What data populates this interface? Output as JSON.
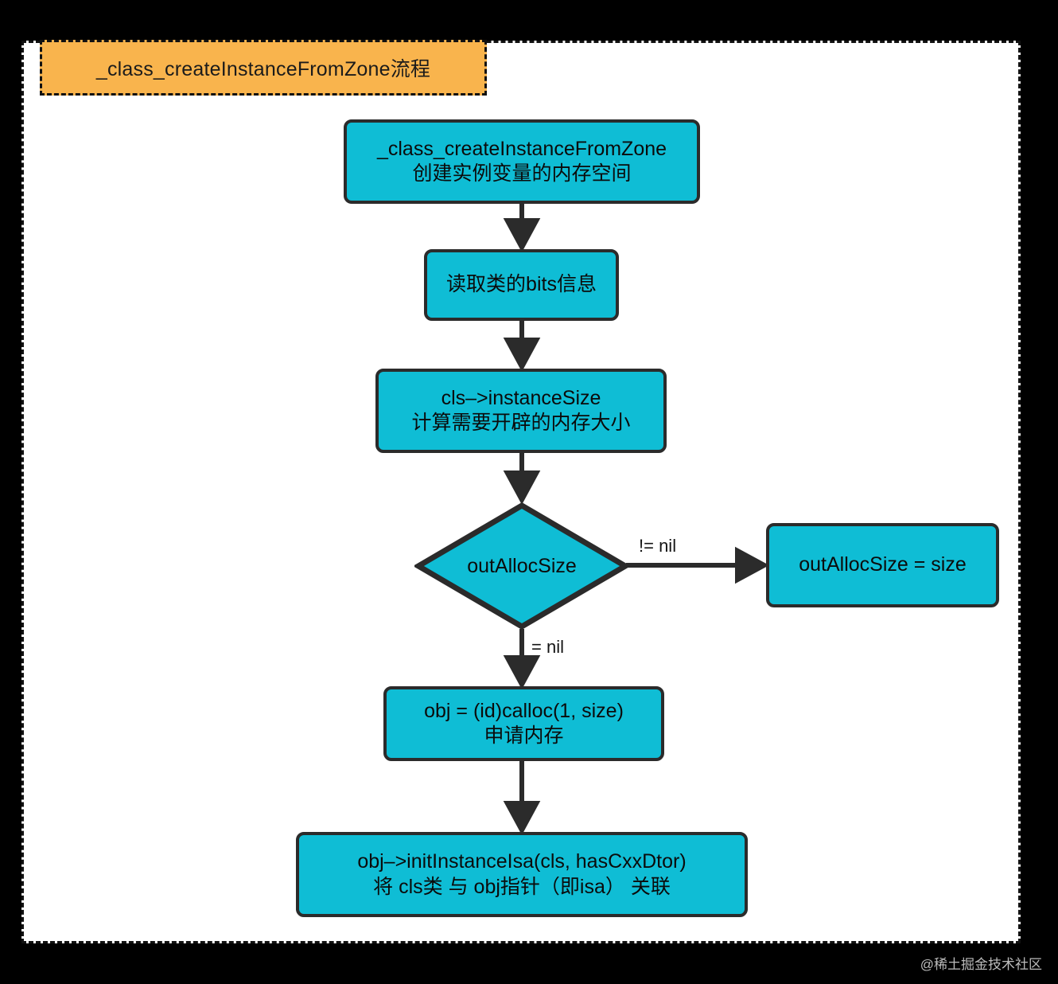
{
  "diagram": {
    "title": "_class_createInstanceFromZone流程",
    "colors": {
      "node_fill": "#0FBDD5",
      "node_stroke": "#2B2B2B",
      "title_fill": "#F9B44D",
      "frame_stroke": "#111111",
      "canvas_background": "#000000",
      "surface": "#FFFFFF"
    },
    "nodes": [
      {
        "id": "entry",
        "shape": "rounded-rect",
        "line1": "_class_createInstanceFromZone",
        "line2": "创建实例变量的内存空间"
      },
      {
        "id": "read-bits",
        "shape": "rounded-rect",
        "line1": "读取类的bits信息",
        "line2": ""
      },
      {
        "id": "instance-size",
        "shape": "rounded-rect",
        "line1": "cls–>instanceSize",
        "line2": "计算需要开辟的内存大小"
      },
      {
        "id": "decision",
        "shape": "diamond",
        "line1": "outAllocSize",
        "line2": ""
      },
      {
        "id": "out-alloc-assign",
        "shape": "rounded-rect",
        "line1": "outAllocSize = size",
        "line2": ""
      },
      {
        "id": "calloc",
        "shape": "rounded-rect",
        "line1": "obj = (id)calloc(1, size)",
        "line2": "申请内存"
      },
      {
        "id": "init-isa",
        "shape": "rounded-rect",
        "line1": "obj–>initInstanceIsa(cls, hasCxxDtor)",
        "line2": "将 cls类 与 obj指针（即isa） 关联"
      }
    ],
    "edges": [
      {
        "id": "e1",
        "from": "entry",
        "to": "read-bits",
        "label": ""
      },
      {
        "id": "e2",
        "from": "read-bits",
        "to": "instance-size",
        "label": ""
      },
      {
        "id": "e3",
        "from": "instance-size",
        "to": "decision",
        "label": ""
      },
      {
        "id": "e4",
        "from": "decision",
        "to": "out-alloc-assign",
        "label": "!= nil"
      },
      {
        "id": "e5",
        "from": "decision",
        "to": "calloc",
        "label": "= nil"
      },
      {
        "id": "e6",
        "from": "calloc",
        "to": "init-isa",
        "label": ""
      }
    ]
  },
  "watermark": "@稀土掘金技术社区"
}
